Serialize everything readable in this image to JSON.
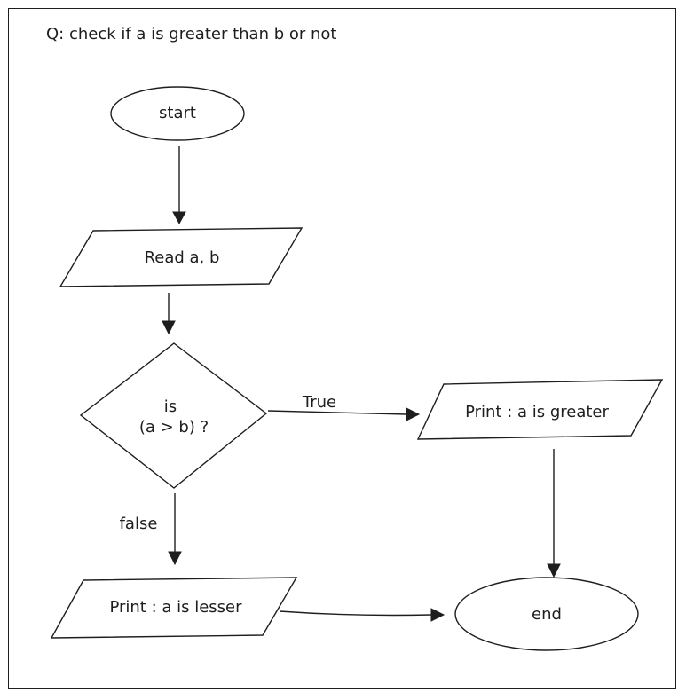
{
  "question": "Q: check if a is greater than b or not",
  "nodes": {
    "start": "start",
    "read": "Read a,  b",
    "decision_line1": "is",
    "decision_line2": "(a > b) ?",
    "print_greater": "Print : a is greater",
    "print_lesser": "Print : a is lesser",
    "end": "end"
  },
  "edges": {
    "true_label": "True",
    "false_label": "false"
  }
}
